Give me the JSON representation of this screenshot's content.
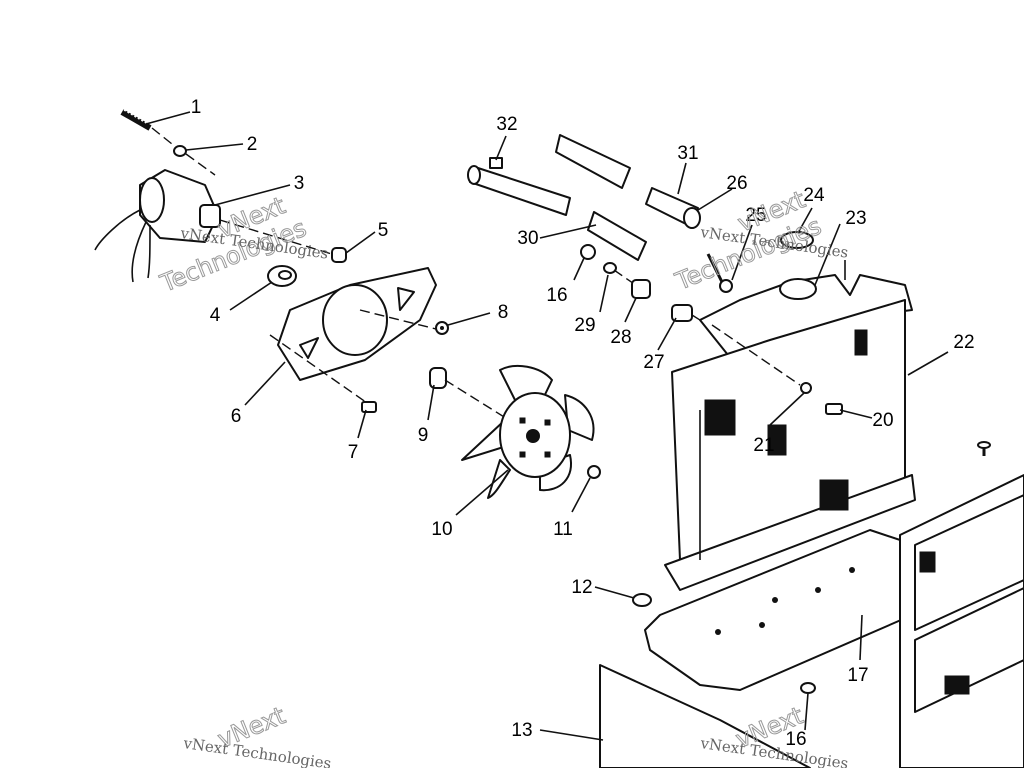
{
  "callouts": {
    "c1": "1",
    "c2": "2",
    "c3": "3",
    "c4": "4",
    "c5": "5",
    "c6": "6",
    "c7": "7",
    "c8": "8",
    "c9": "9",
    "c10": "10",
    "c11": "11",
    "c12": "12",
    "c13": "13",
    "c16": "16",
    "c16b": "16",
    "c17": "17",
    "c20": "20",
    "c21": "21",
    "c22": "22",
    "c23": "23",
    "c24": "24",
    "c25": "25",
    "c26": "26",
    "c27": "27",
    "c28": "28",
    "c29": "29",
    "c30": "30",
    "c31": "31",
    "c32": "32"
  },
  "watermarks": {
    "word1": "vNext",
    "word2": "Technologies",
    "line": "vNext Technologies"
  },
  "colors": {
    "line": "#111111",
    "background": "#ffffff",
    "watermark": "#9a9a9a"
  }
}
